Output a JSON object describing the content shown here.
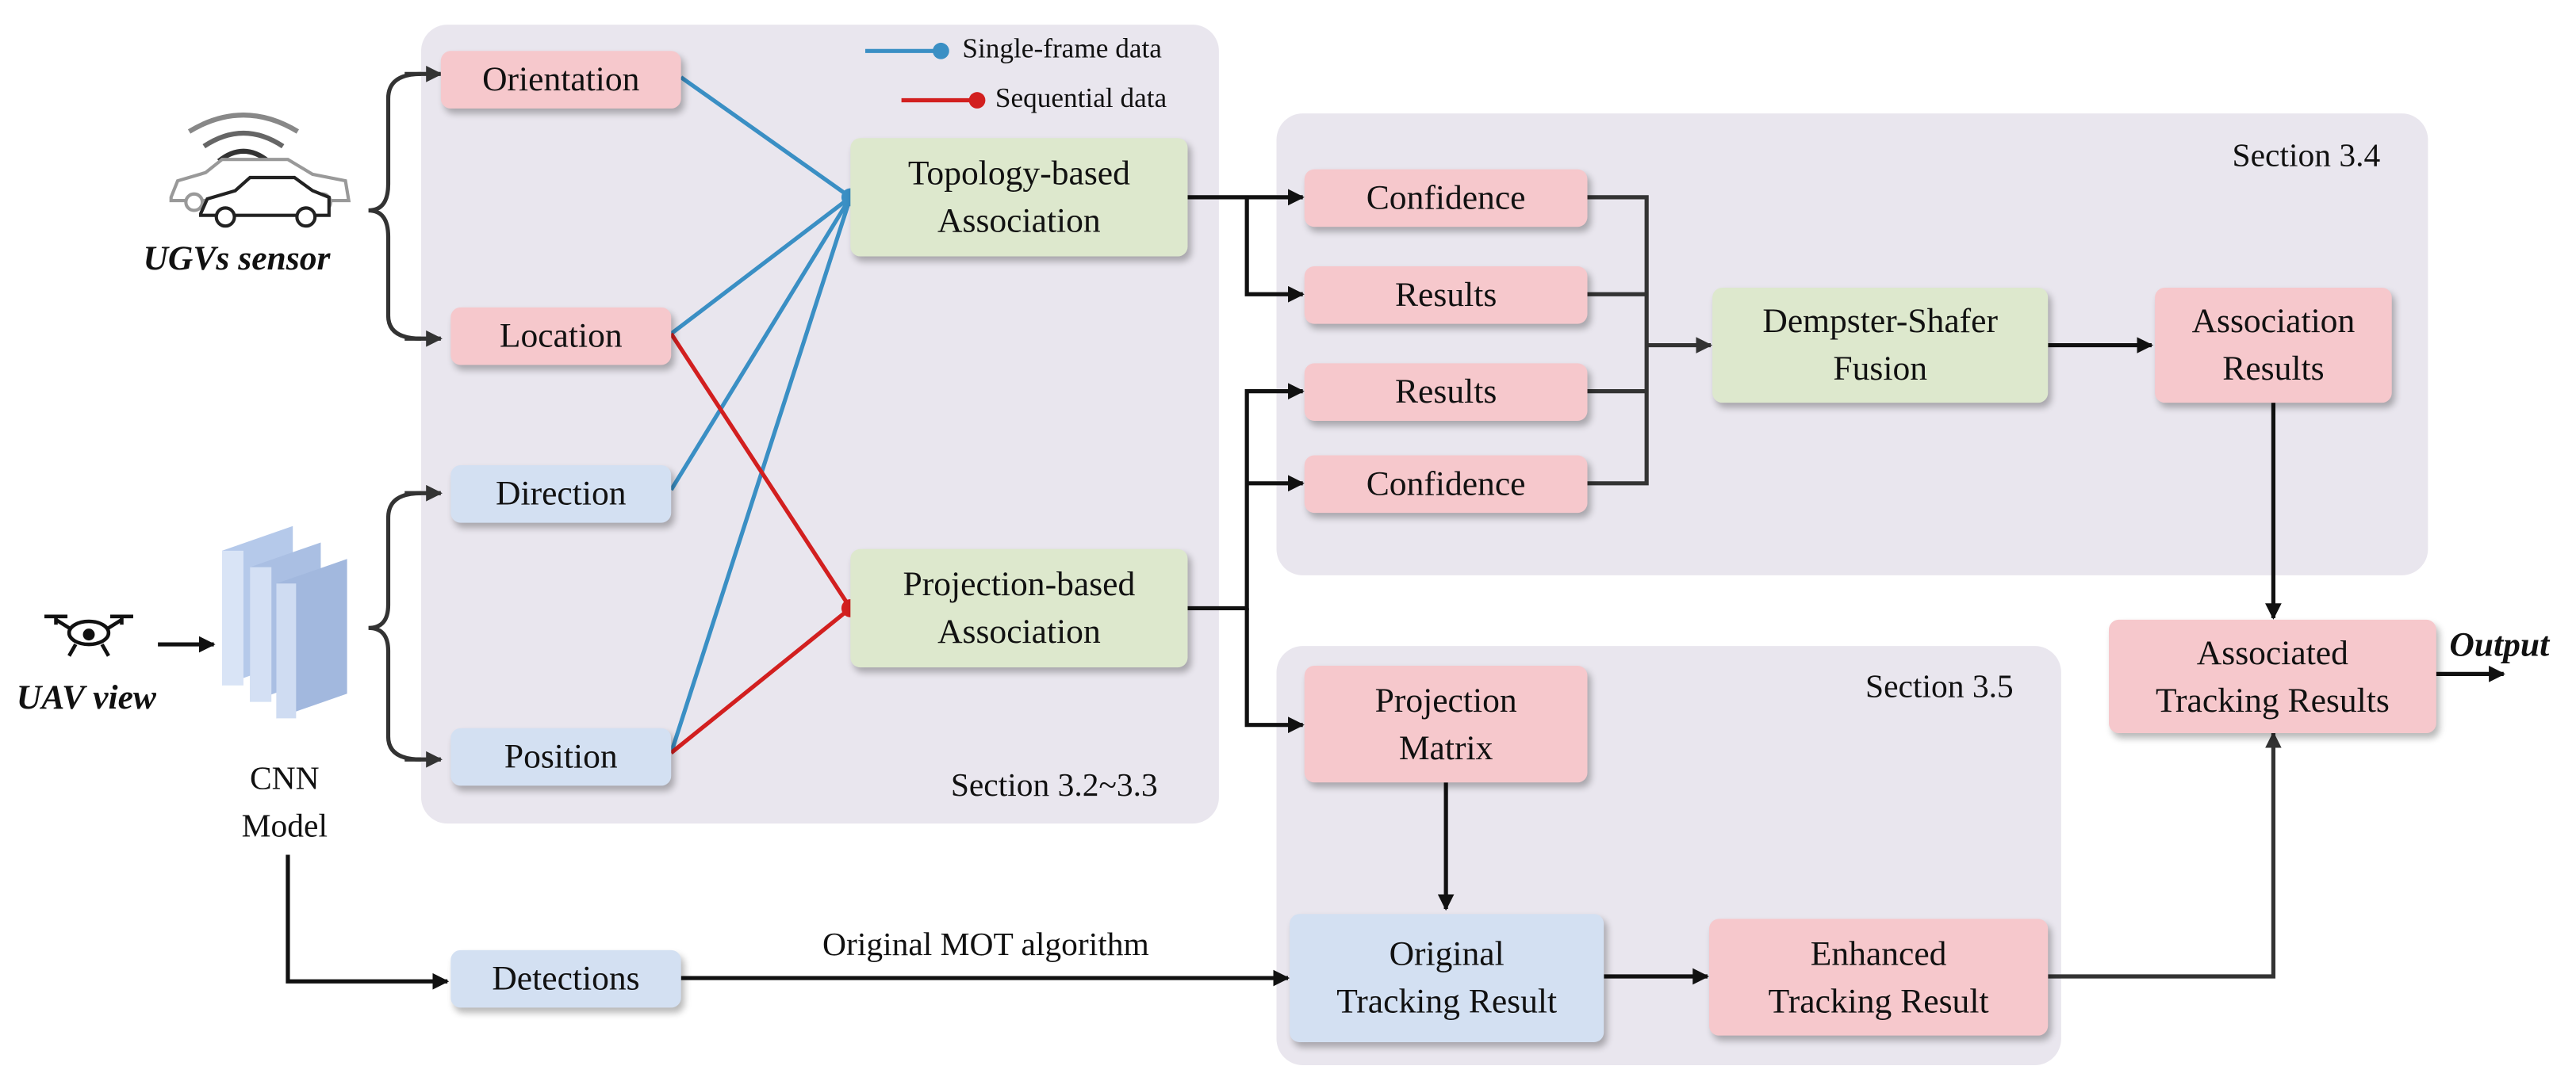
{
  "sections": {
    "s32": "Section 3.2~3.3",
    "s34": "Section 3.4",
    "s35": "Section 3.5"
  },
  "legend": {
    "single": "Single-frame data",
    "sequential": "Sequential data"
  },
  "inputs": {
    "ugv": "UGVs sensor",
    "uav": "UAV view",
    "cnn": "CNN\nModel"
  },
  "nodes": {
    "orientation": "Orientation",
    "location": "Location",
    "direction": "Direction",
    "position": "Position",
    "topology": "Topology-based\nAssociation",
    "projection": "Projection-based\nAssociation",
    "confidence1": "Confidence",
    "results1": "Results",
    "results2": "Results",
    "confidence2": "Confidence",
    "ds_fusion": "Dempster-Shafer\nFusion",
    "assoc_results": "Association\nResults",
    "associated_tracking": "Associated\nTracking Results",
    "proj_matrix": "Projection\nMatrix",
    "orig_tracking": "Original\nTracking Result",
    "enh_tracking": "Enhanced\nTracking Result",
    "detections": "Detections"
  },
  "labels": {
    "mot": "Original MOT algorithm",
    "output": "Output"
  },
  "colors": {
    "single_frame": "#3a8fc4",
    "sequential": "#d21f1f",
    "arrow": "#111111",
    "panel": "#e9e6ee",
    "pink_box": "#f6c8cc",
    "blue_box": "#d3e0f2",
    "green_box": "#dde8cd"
  },
  "icons": [
    "car-sensor-icon",
    "drone-icon",
    "cnn-layers-icon"
  ]
}
